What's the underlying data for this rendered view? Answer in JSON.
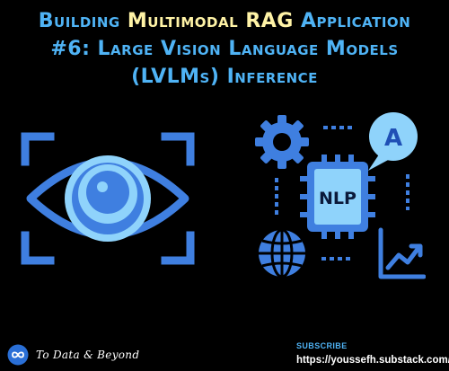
{
  "title": {
    "line1_plain_a": "Building ",
    "line1_accent": "Multimodal RAG",
    "line1_plain_b": " Application",
    "line2": "#6: Large Vision Language Models",
    "line3": "(LVLMs) Inference"
  },
  "illustrations": {
    "left_icon": "eye-scan-icon",
    "right_icon": "nlp-chip-icon",
    "chip_label": "NLP",
    "bubble_letter": "A"
  },
  "footer": {
    "brand_name": "To Data & Beyond",
    "subscribe_label": "SUBSCRIBE",
    "subscribe_url": "https://youssefh.substack.com/"
  },
  "colors": {
    "background": "#000000",
    "title_blue": "#4fb3f5",
    "title_accent": "#fff3a6",
    "icon_blue": "#3f7fe0",
    "icon_light": "#8fd3fb"
  }
}
